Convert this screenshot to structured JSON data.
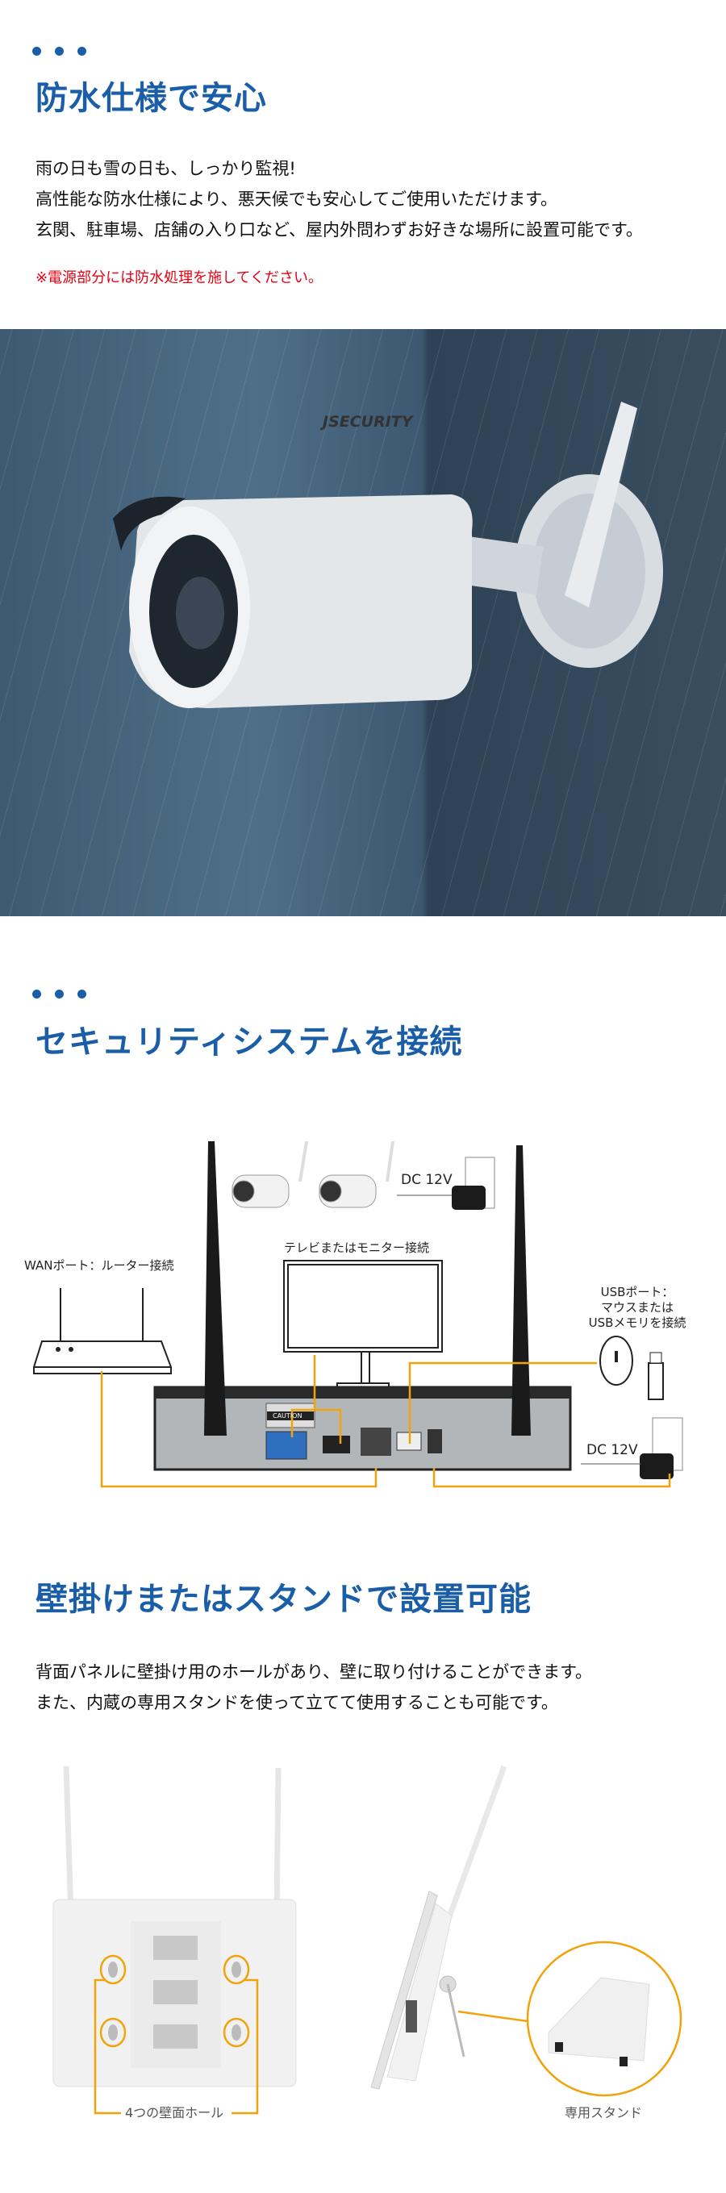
{
  "section1": {
    "title": "防水仕様で安心",
    "lines": [
      "雨の日も雪の日も、しっかり監視!",
      "高性能な防水仕様により、悪天候でも安心してご使用いただけます。",
      "玄関、駐車場、店舗の入り口など、屋内外問わずお好きな場所に設置可能です。"
    ],
    "note": "※電源部分には防水処理を施してください。",
    "photo_brand": "JSECURITY"
  },
  "section2": {
    "title": "セキュリティシステムを接続",
    "labels": {
      "wan": "WANポート：ルーター接続",
      "monitor": "テレビまたはモニター接続",
      "usb": [
        "USBポート：",
        "マウスまたは",
        "USBメモリを接続"
      ],
      "dc_top": "DC 12V",
      "dc_bottom": "DC 12V",
      "caution": "CAUTION"
    }
  },
  "section3": {
    "title": "壁掛けまたはスタンドで設置可能",
    "lines": [
      "背面パネルに壁掛け用のホールがあり、壁に取り付けることができます。",
      "また、内蔵の専用スタンドを使って立てて使用することも可能です。"
    ],
    "holes_label": "4つの壁面ホール",
    "stand_label": "専用スタンド"
  },
  "colors": {
    "accent": "#1a5ea8",
    "note": "#e60012",
    "connector": "#f0a30a"
  }
}
